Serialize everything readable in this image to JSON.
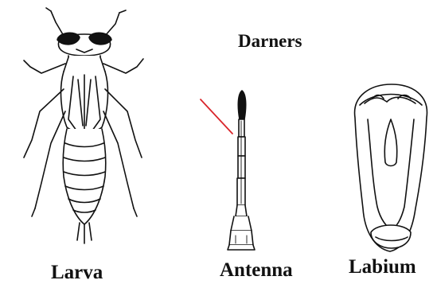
{
  "title": "Darners",
  "figures": [
    {
      "id": "larva",
      "label": "Larva",
      "icon": "dragonfly-larva-icon"
    },
    {
      "id": "antenna",
      "label": "Antenna",
      "icon": "antenna-icon"
    },
    {
      "id": "labium",
      "label": "Labium",
      "icon": "labium-icon"
    }
  ],
  "colors": {
    "ink": "#111111",
    "pointer": "#d9262c",
    "background": "#ffffff"
  }
}
